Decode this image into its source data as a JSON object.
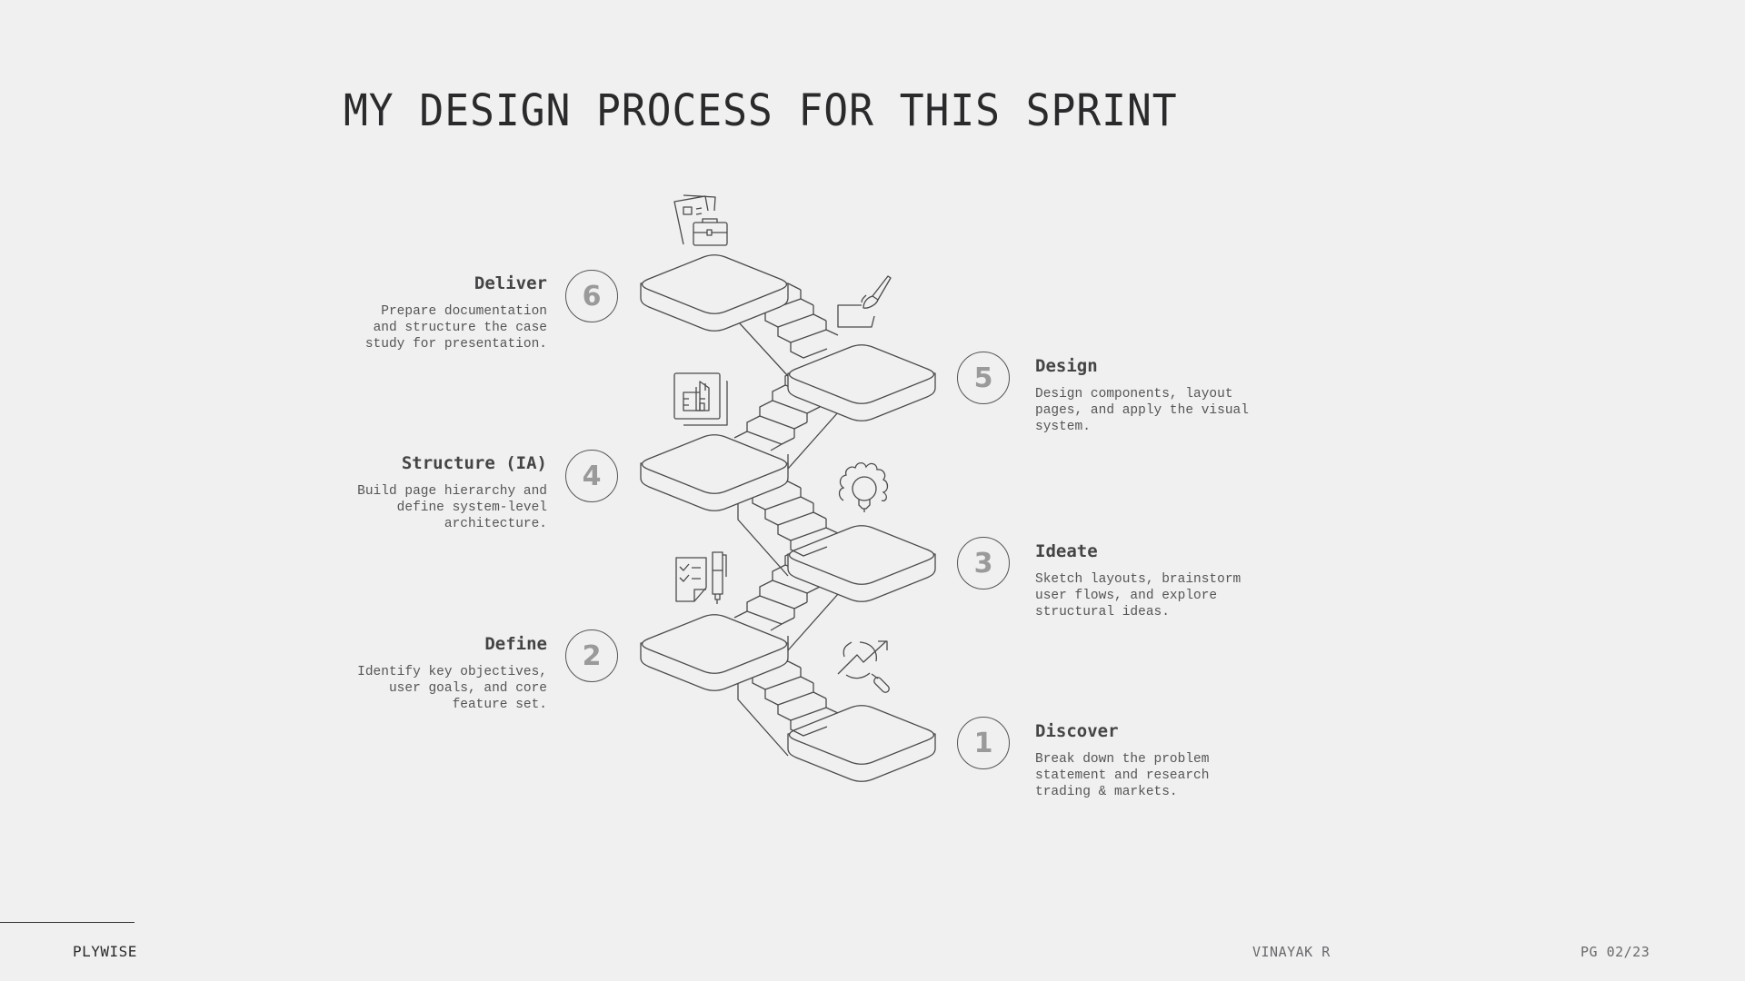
{
  "header": {
    "title": "MY DESIGN PROCESS FOR THIS SPRINT"
  },
  "steps": [
    {
      "number": "1",
      "name": "Discover",
      "description": "Break down the problem\nstatement and research\ntrading & markets.",
      "icon": "chart-magnifier-icon",
      "side": "right"
    },
    {
      "number": "2",
      "name": "Define",
      "description": "Identify key objectives,\nuser goals, and core\nfeature set.",
      "icon": "checklist-pen-icon",
      "side": "left"
    },
    {
      "number": "3",
      "name": "Ideate",
      "description": "Sketch layouts, brainstorm\nuser flows, and explore\nstructural ideas.",
      "icon": "gear-lightbulb-icon",
      "side": "right"
    },
    {
      "number": "4",
      "name": "Structure (IA)",
      "description": "Build page hierarchy and\ndefine system-level\narchitecture.",
      "icon": "building-blueprint-icon",
      "side": "left"
    },
    {
      "number": "5",
      "name": "Design",
      "description": "Design components, layout\npages, and apply the visual\nsystem.",
      "icon": "paintbrush-icon",
      "side": "right"
    },
    {
      "number": "6",
      "name": "Deliver",
      "description": "Prepare documentation\nand structure the case\nstudy for presentation.",
      "icon": "briefcase-documents-icon",
      "side": "left"
    }
  ],
  "footer": {
    "brand": "PLYWISE",
    "author": "VINAYAK R",
    "page": "PG 02/23"
  },
  "colors": {
    "background": "#f0f0f0",
    "text": "#2a2a2c",
    "line": "#555555",
    "number": "#9a9a9a"
  }
}
